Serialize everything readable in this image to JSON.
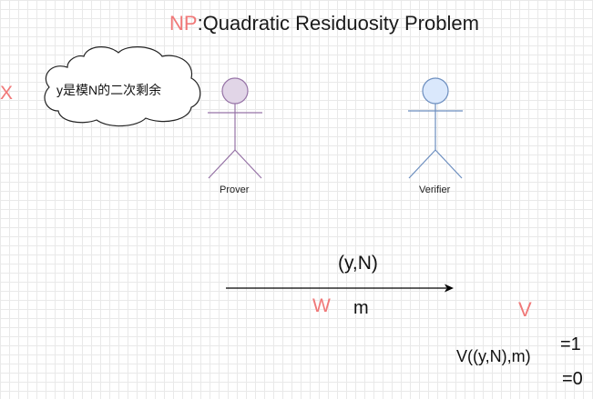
{
  "title": {
    "prefix": "NP",
    "text": ":Quadratic Residuosity Problem"
  },
  "statement_letter": "X",
  "cloud": {
    "text": "y是模N的二次剩余"
  },
  "actors": {
    "prover": {
      "label": "Prover",
      "fill": "#e1d5e7",
      "stroke": "#9673a6"
    },
    "verifier": {
      "label": "Verifier",
      "fill": "#dae8fc",
      "stroke": "#6c8ebf"
    }
  },
  "message": {
    "public_input": "(y,N)",
    "witness_letter": "W",
    "witness_value": "m",
    "verifier_letter": "V"
  },
  "verification": {
    "function": "V((y,N),m)",
    "accept": "=1",
    "reject": "=0"
  },
  "colors": {
    "accent_red": "#f07878",
    "grid": "#e9e9e9",
    "arrow": "#000000"
  }
}
